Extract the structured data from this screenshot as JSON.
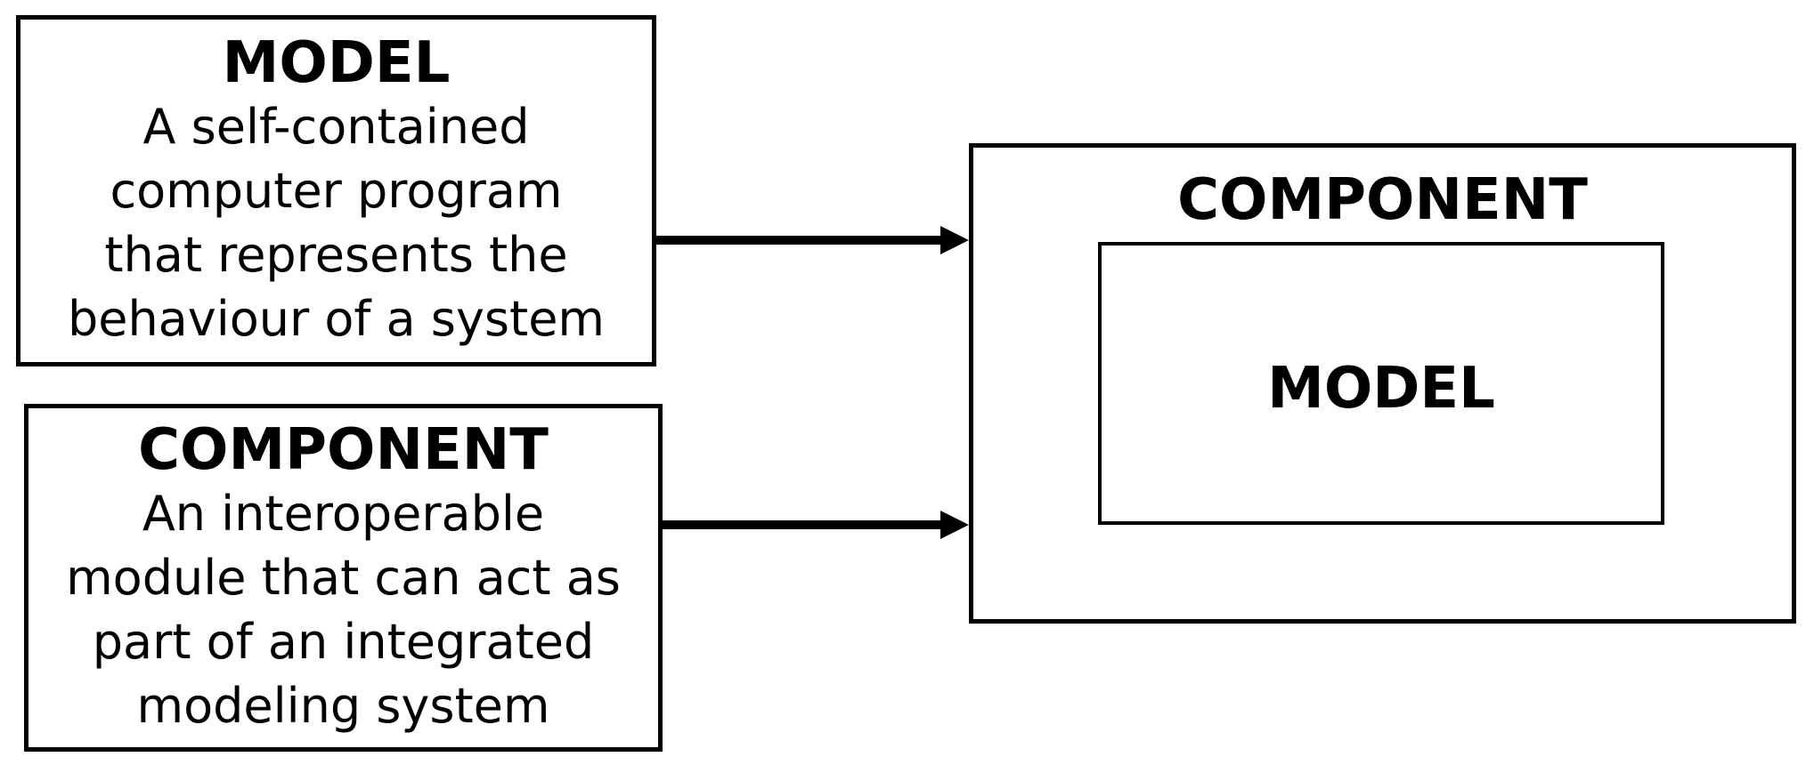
{
  "diagram": {
    "background_color": "#ffffff",
    "line_color": "#000000",
    "text_color": "#000000",
    "boxes": {
      "model_definition": {
        "title": "MODEL",
        "body_lines": {
          "0": "A self-contained",
          "1": "computer program",
          "2": "that represents the",
          "3": "behaviour of a system"
        }
      },
      "component_definition": {
        "title": "COMPONENT",
        "body_lines": {
          "0": "An interoperable",
          "1": "module that can act as",
          "2": "part of an integrated",
          "3": "modeling system"
        }
      },
      "component_container": {
        "title": "COMPONENT"
      },
      "nested_model": {
        "title": "MODEL"
      }
    },
    "arrows": {
      "model_to_component": "model-definition to component-container",
      "component_to_component": "component-definition to component-container"
    }
  }
}
